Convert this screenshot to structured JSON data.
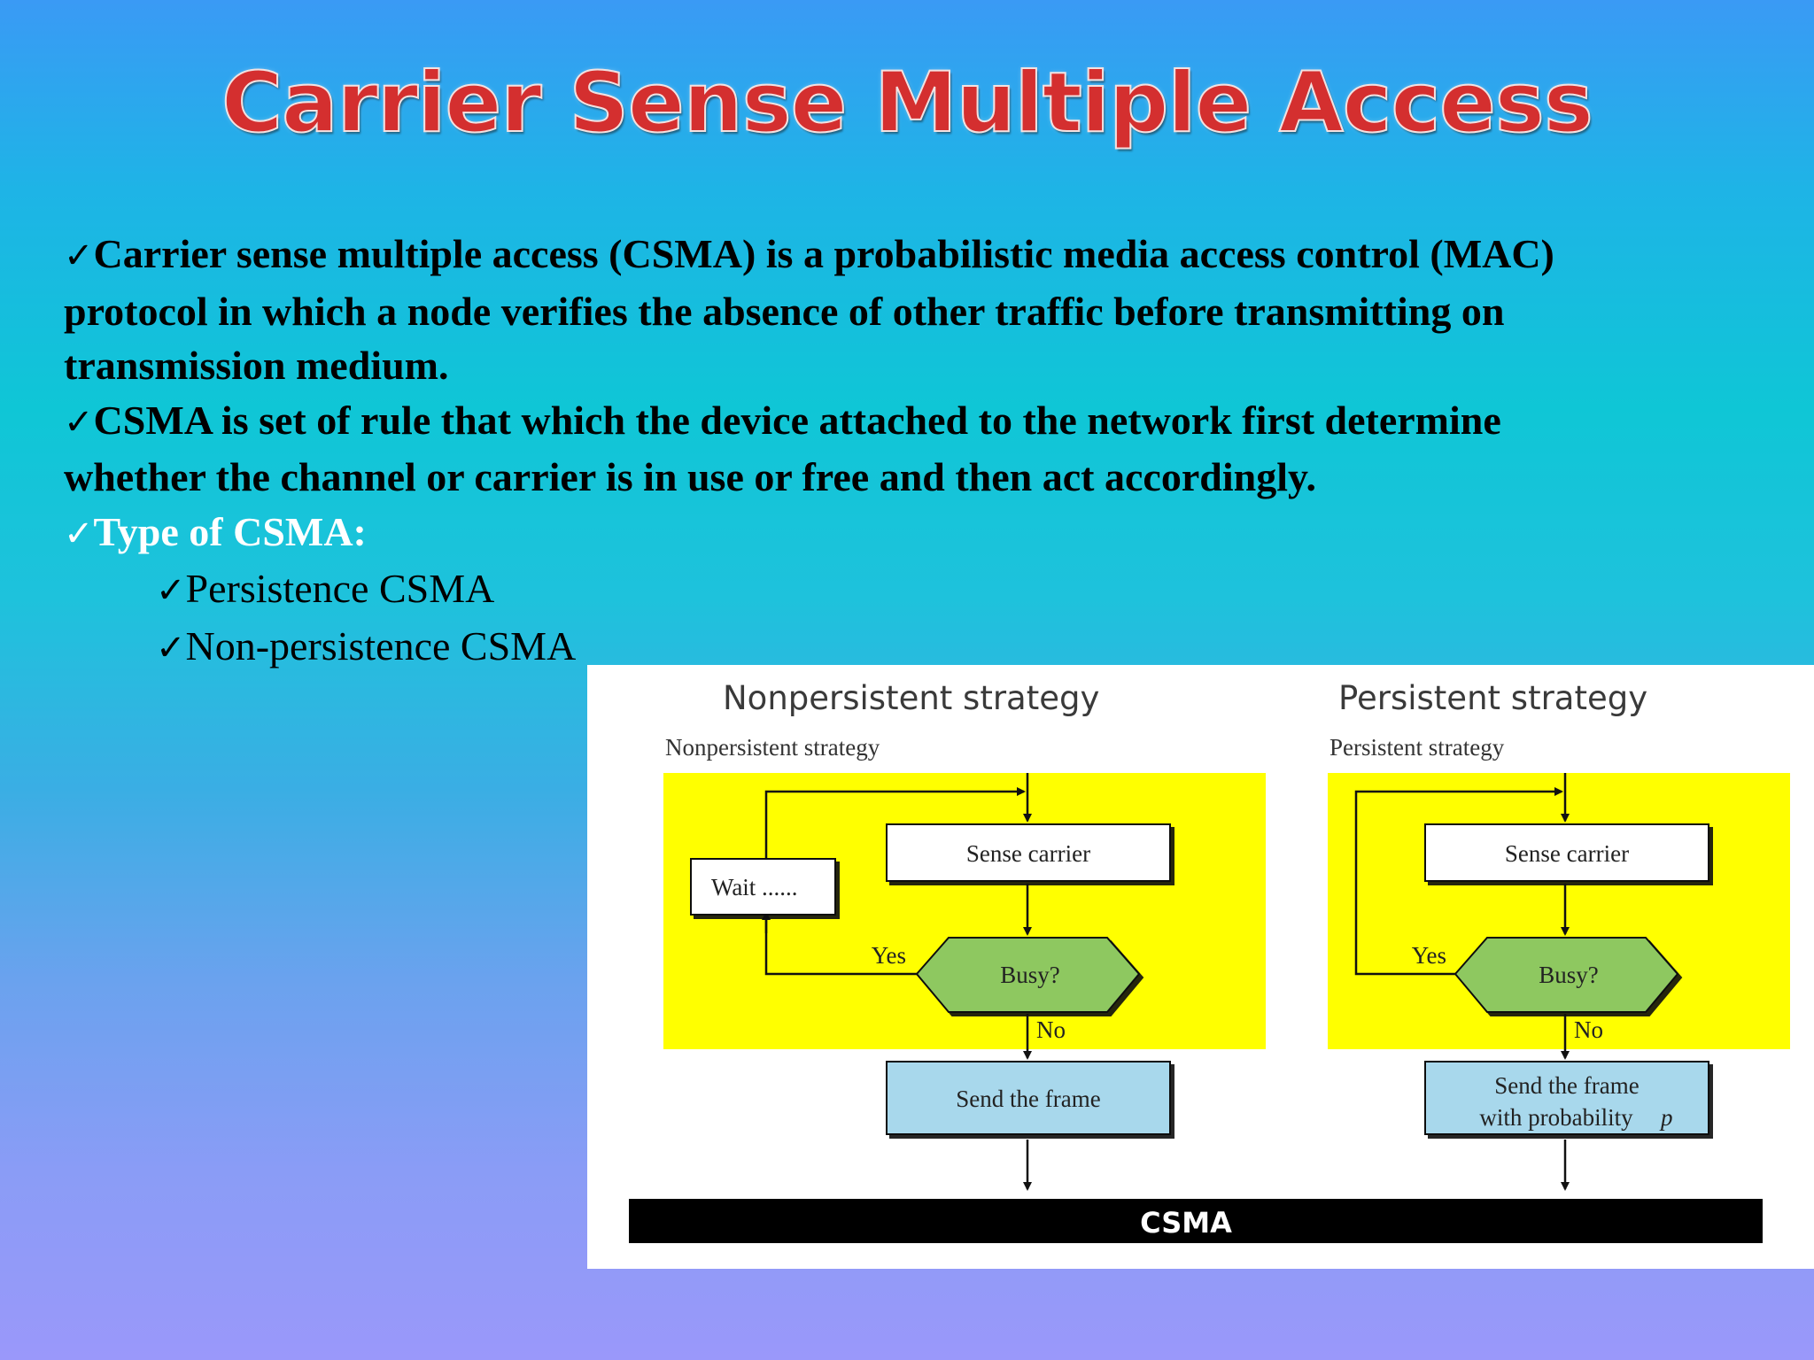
{
  "slide": {
    "title": "Carrier Sense Multiple Access",
    "bullets": [
      {
        "check": "✓",
        "lines": [
          "Carrier sense multiple access (CSMA) is a probabilistic media access control (MAC)",
          "protocol in which a node verifies the absence of other traffic before transmitting on",
          "transmission medium."
        ]
      },
      {
        "check": "✓",
        "lines": [
          "CSMA is set of rule that which the device attached to the network first determine",
          "whether the channel or carrier is in use or free and then act accordingly."
        ]
      },
      {
        "check": "✓",
        "lines": [
          "Type of CSMA:"
        ],
        "subitems": [
          {
            "check": "✓",
            "text": "Persistence CSMA"
          },
          {
            "check": "✓",
            "text": "Non-persistence CSMA"
          }
        ]
      }
    ]
  },
  "figure": {
    "colors": {
      "panel": "#ffff00",
      "busy": "#8ec860",
      "send": "#a8d8ec",
      "bar": "#000000"
    },
    "nonpersistent": {
      "title": "Nonpersistent strategy",
      "subtitle": "Nonpersistent strategy",
      "wait": "Wait ......",
      "sense": "Sense carrier",
      "busy": "Busy?",
      "yes": "Yes",
      "no": "No",
      "send": "Send the frame"
    },
    "persistent": {
      "title": "Persistent strategy",
      "subtitle": "Persistent strategy",
      "sense": "Sense carrier",
      "busy": "Busy?",
      "yes": "Yes",
      "no": "No",
      "send_line1": "Send the frame",
      "send_line2": "with probability",
      "send_p": "p"
    },
    "bar_label": "CSMA"
  }
}
